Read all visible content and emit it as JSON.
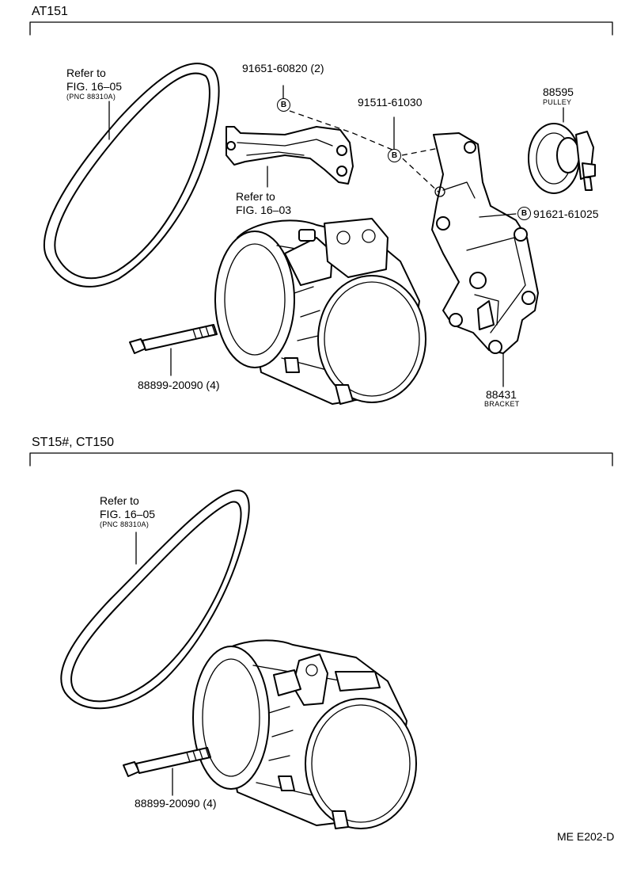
{
  "sections": [
    {
      "header": "AT151",
      "labels": {
        "belt_ref_line1": "Refer to",
        "belt_ref_line2": "FIG. 16–05",
        "belt_ref_pnc": "(PNC 88310A)",
        "bracket_ref_line1": "Refer to",
        "bracket_ref_line2": "FIG. 16–03",
        "part_top_bolt": "91651-60820 (2)",
        "part_mid_bolt": "91511-61030",
        "part_pulley_no": "88595",
        "part_pulley_name": "PULLEY",
        "part_right_bolt": "91621-61025",
        "part_bracket_no": "88431",
        "part_bracket_name": "BRACKET",
        "part_long_bolt": "88899-20090 (4)",
        "marker": "B"
      }
    },
    {
      "header": "ST15#, CT150",
      "labels": {
        "belt_ref_line1": "Refer to",
        "belt_ref_line2": "FIG. 16–05",
        "belt_ref_pnc": "(PNC 88310A)",
        "part_long_bolt": "88899-20090 (4)"
      }
    }
  ],
  "footer_code": "ME E202-D"
}
